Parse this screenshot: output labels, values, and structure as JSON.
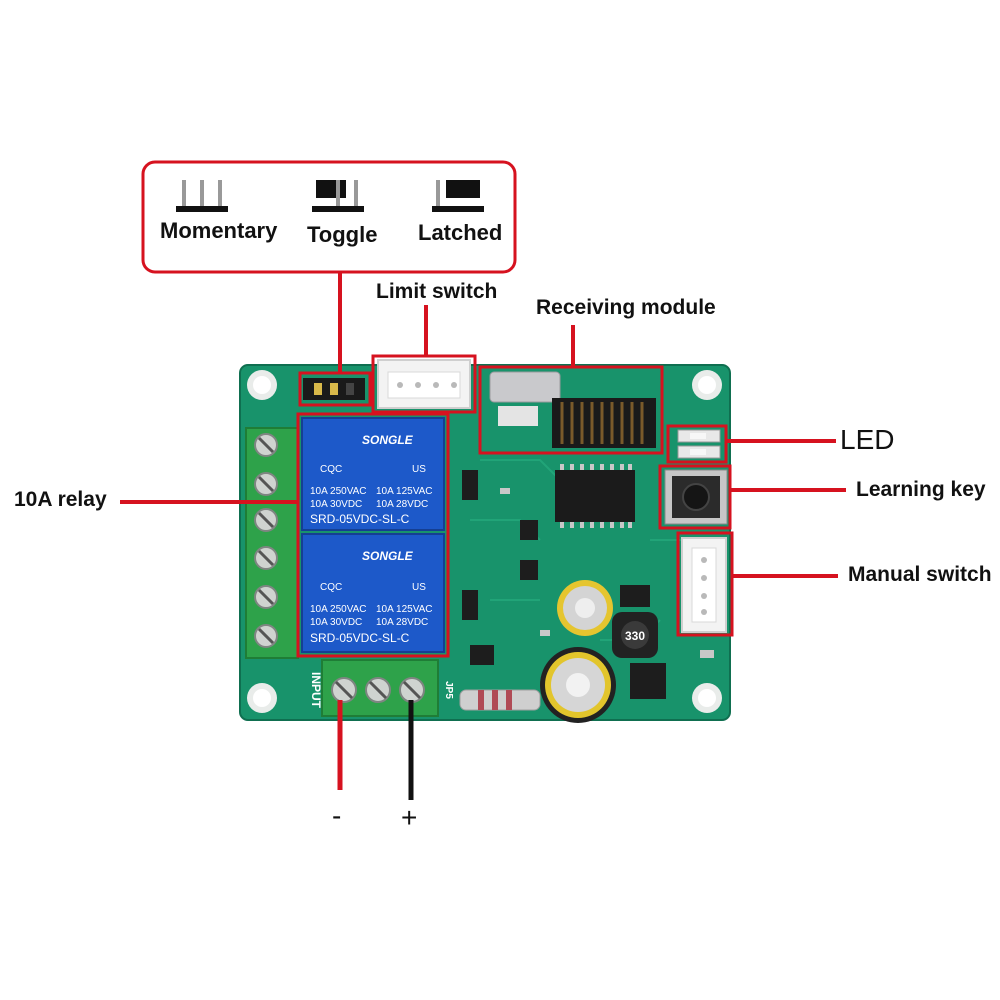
{
  "colors": {
    "callout_red": "#d6121f",
    "pcb_green": "#18936b",
    "relay_blue": "#1d59c9",
    "terminal_green": "#2ea24a",
    "wire_black": "#111111"
  },
  "mode_box": {
    "momentary": "Momentary",
    "toggle": "Toggle",
    "latched": "Latched"
  },
  "callouts": {
    "limit_switch": "Limit switch",
    "receiving_module": "Receiving module",
    "led": "LED",
    "learning_key": "Learning key",
    "manual_switch": "Manual switch",
    "relay": "10A relay"
  },
  "wires": {
    "minus": "-",
    "plus": "+"
  },
  "relays": [
    {
      "brand": "SONGLE",
      "rating_left_1": "10A 250VAC",
      "rating_left_2": "10A 30VDC",
      "rating_right_1": "10A 125VAC",
      "rating_right_2": "10A 28VDC",
      "model": "SRD-05VDC-SL-C",
      "cert": "CQC",
      "ul": "US"
    },
    {
      "brand": "SONGLE",
      "rating_left_1": "10A 250VAC",
      "rating_left_2": "10A 30VDC",
      "rating_right_1": "10A 125VAC",
      "rating_right_2": "10A 28VDC",
      "model": "SRD-05VDC-SL-C",
      "cert": "CQC",
      "ul": "US"
    }
  ],
  "pcb_silk": {
    "input": "INPUT",
    "jp5": "JP5",
    "capacitor_mark": "330"
  }
}
